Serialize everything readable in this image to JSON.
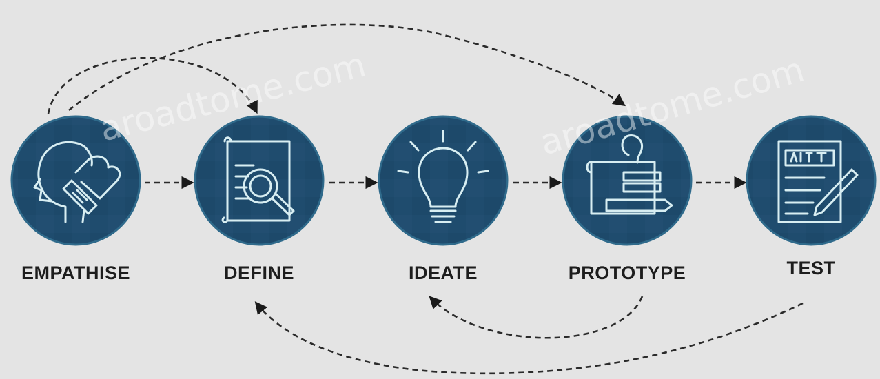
{
  "stages": [
    {
      "label": "EMPATHISE",
      "icon": "head-heart-icon"
    },
    {
      "label": "DEFINE",
      "icon": "document-magnifier-icon"
    },
    {
      "label": "IDEATE",
      "icon": "lightbulb-icon"
    },
    {
      "label": "PROTOTYPE",
      "icon": "blueprint-lightbulb-icon"
    },
    {
      "label": "TEST",
      "icon": "test-sheet-pencil-icon"
    }
  ],
  "watermark": {
    "left": "aroadtome.com",
    "right": "aroadtome.com"
  },
  "colors": {
    "background": "#e4e4e4",
    "circle_fill": "#1f4c6e",
    "circle_ring": "#2f6a8b",
    "icon_stroke": "#d8eef2",
    "text": "#1d1d1d",
    "arrow": "#2a2a2a"
  }
}
